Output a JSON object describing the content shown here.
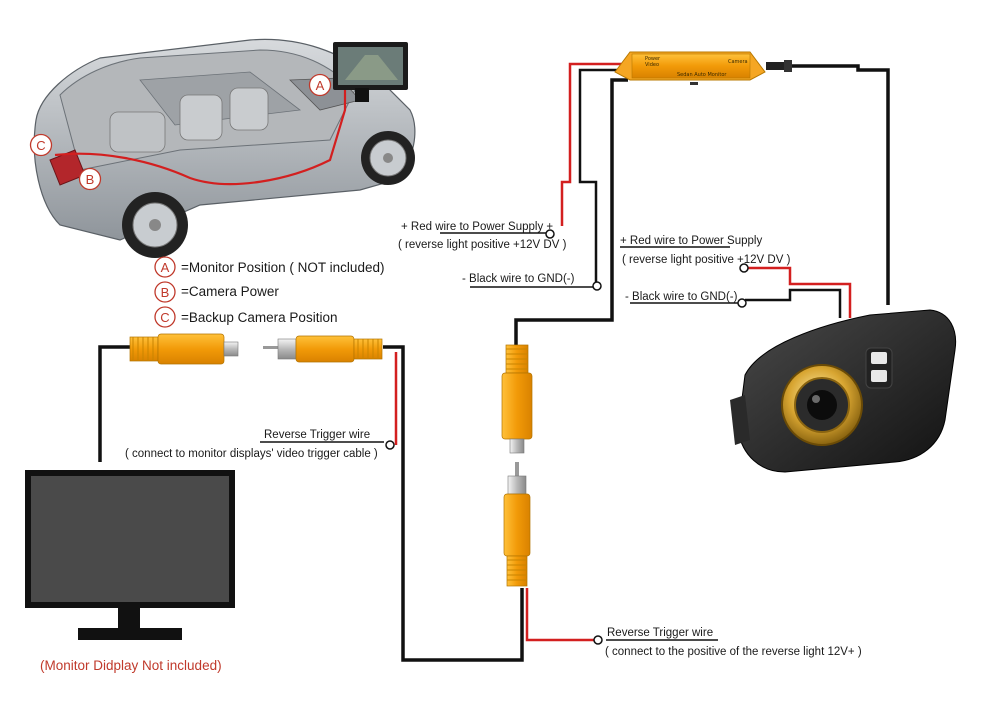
{
  "legend": [
    {
      "letter": "A",
      "text": "=Monitor Position ( NOT included)"
    },
    {
      "letter": "B",
      "text": "=Camera Power"
    },
    {
      "letter": "C",
      "text": "=Backup Camera Position"
    }
  ],
  "car_markers": {
    "a": "A",
    "b": "B",
    "c": "C"
  },
  "top_red": {
    "line1": "+ Red wire to Power Supply +",
    "line2": "( reverse light positive  +12V DV )"
  },
  "top_black": {
    "line1": "- Black wire to GND(-)"
  },
  "right_red": {
    "line1": "+ Red wire to Power Supply",
    "line2": "( reverse light positive  +12V DV )"
  },
  "right_black": {
    "line1": "- Black wire to GND(-)"
  },
  "trigger_left": {
    "line1": "Reverse Trigger wire",
    "line2": "( connect to monitor displays' video trigger cable )"
  },
  "trigger_bottom": {
    "line1": "Reverse Trigger wire",
    "line2": "( connect to the positive of the reverse light 12V+ )"
  },
  "monitor_note": "(Monitor Didplay Not included)",
  "filter_label": {
    "l1": "Power",
    "l2": "Video",
    "l3": "Camera",
    "l4": "Sedan Auto Monitor"
  },
  "colors": {
    "red_wire": "#d31f1f",
    "black_wire": "#111111",
    "rca_yellow": "#f2a20f",
    "filter_body": "#f5a623",
    "accent_text": "#c0392b"
  }
}
